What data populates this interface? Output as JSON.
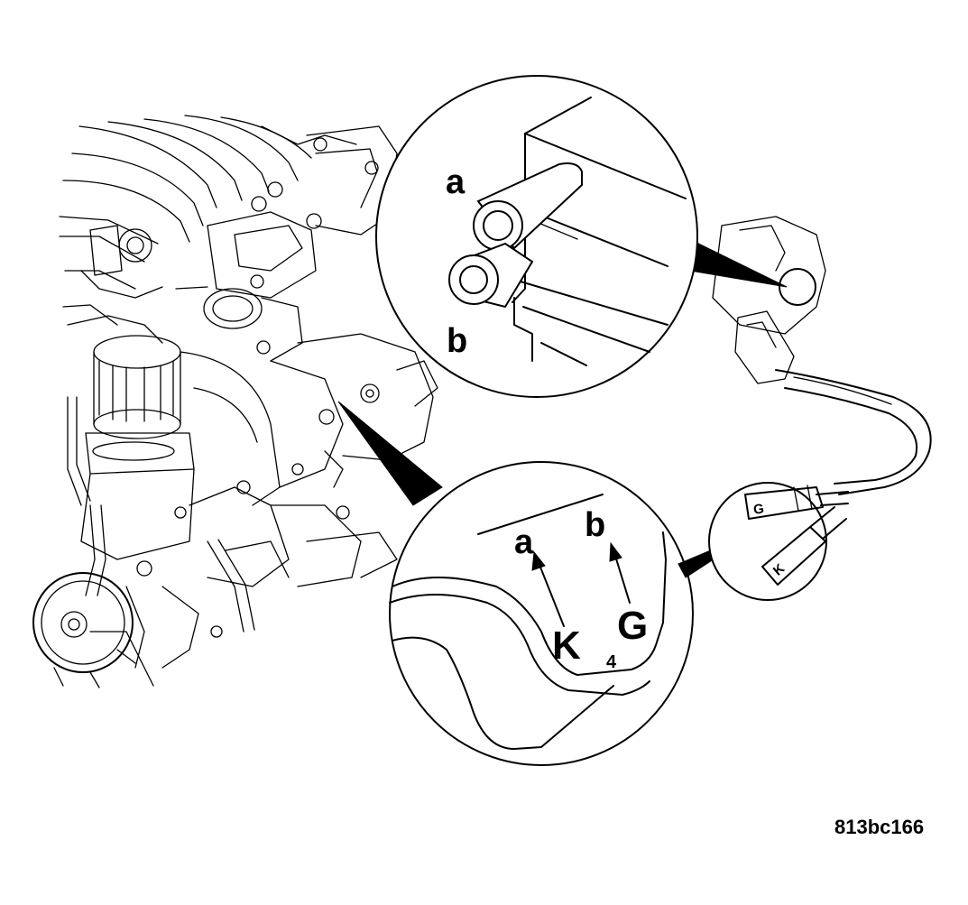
{
  "figure_id": "813bc166",
  "upper_callout": {
    "port_upper_label": "a",
    "port_lower_label": "b"
  },
  "lower_callout": {
    "left_arrow_top_label": "a",
    "right_arrow_top_label": "b",
    "left_arrow_bottom_label": "K",
    "right_arrow_bottom_label": "G",
    "small_number_label": "4"
  },
  "hose_callout": {
    "hose_top_marking": "G",
    "hose_bottom_marking": "K"
  }
}
